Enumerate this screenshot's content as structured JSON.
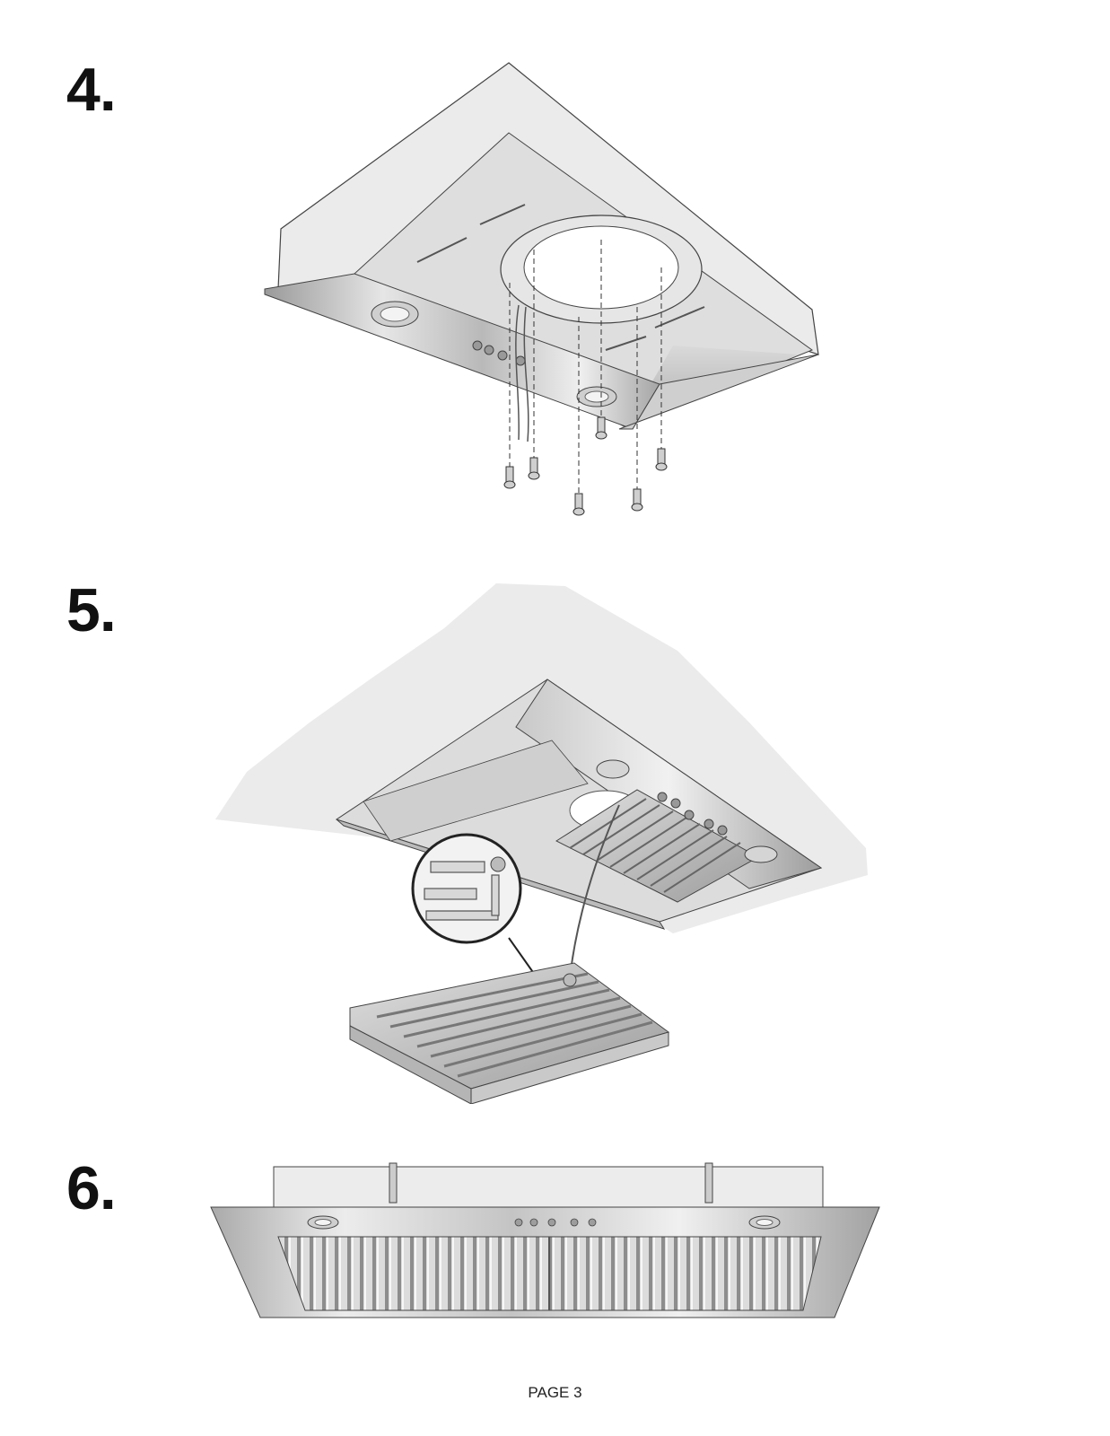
{
  "steps": {
    "step4": "4.",
    "step5": "5.",
    "step6": "6."
  },
  "figures": {
    "fig4": "range-hood-underside-duct-collar-screws",
    "fig5": "range-hood-installed-filter-removal",
    "fig6": "range-hood-front-view-filters-installed"
  },
  "footer": {
    "page_label": "PAGE 3"
  },
  "colors": {
    "wall": "#ebebeb",
    "steel_light": "#e2e2e2",
    "steel_mid": "#bdbdbd",
    "steel_dark": "#8a8a8a",
    "outline": "#3a3a3a"
  }
}
